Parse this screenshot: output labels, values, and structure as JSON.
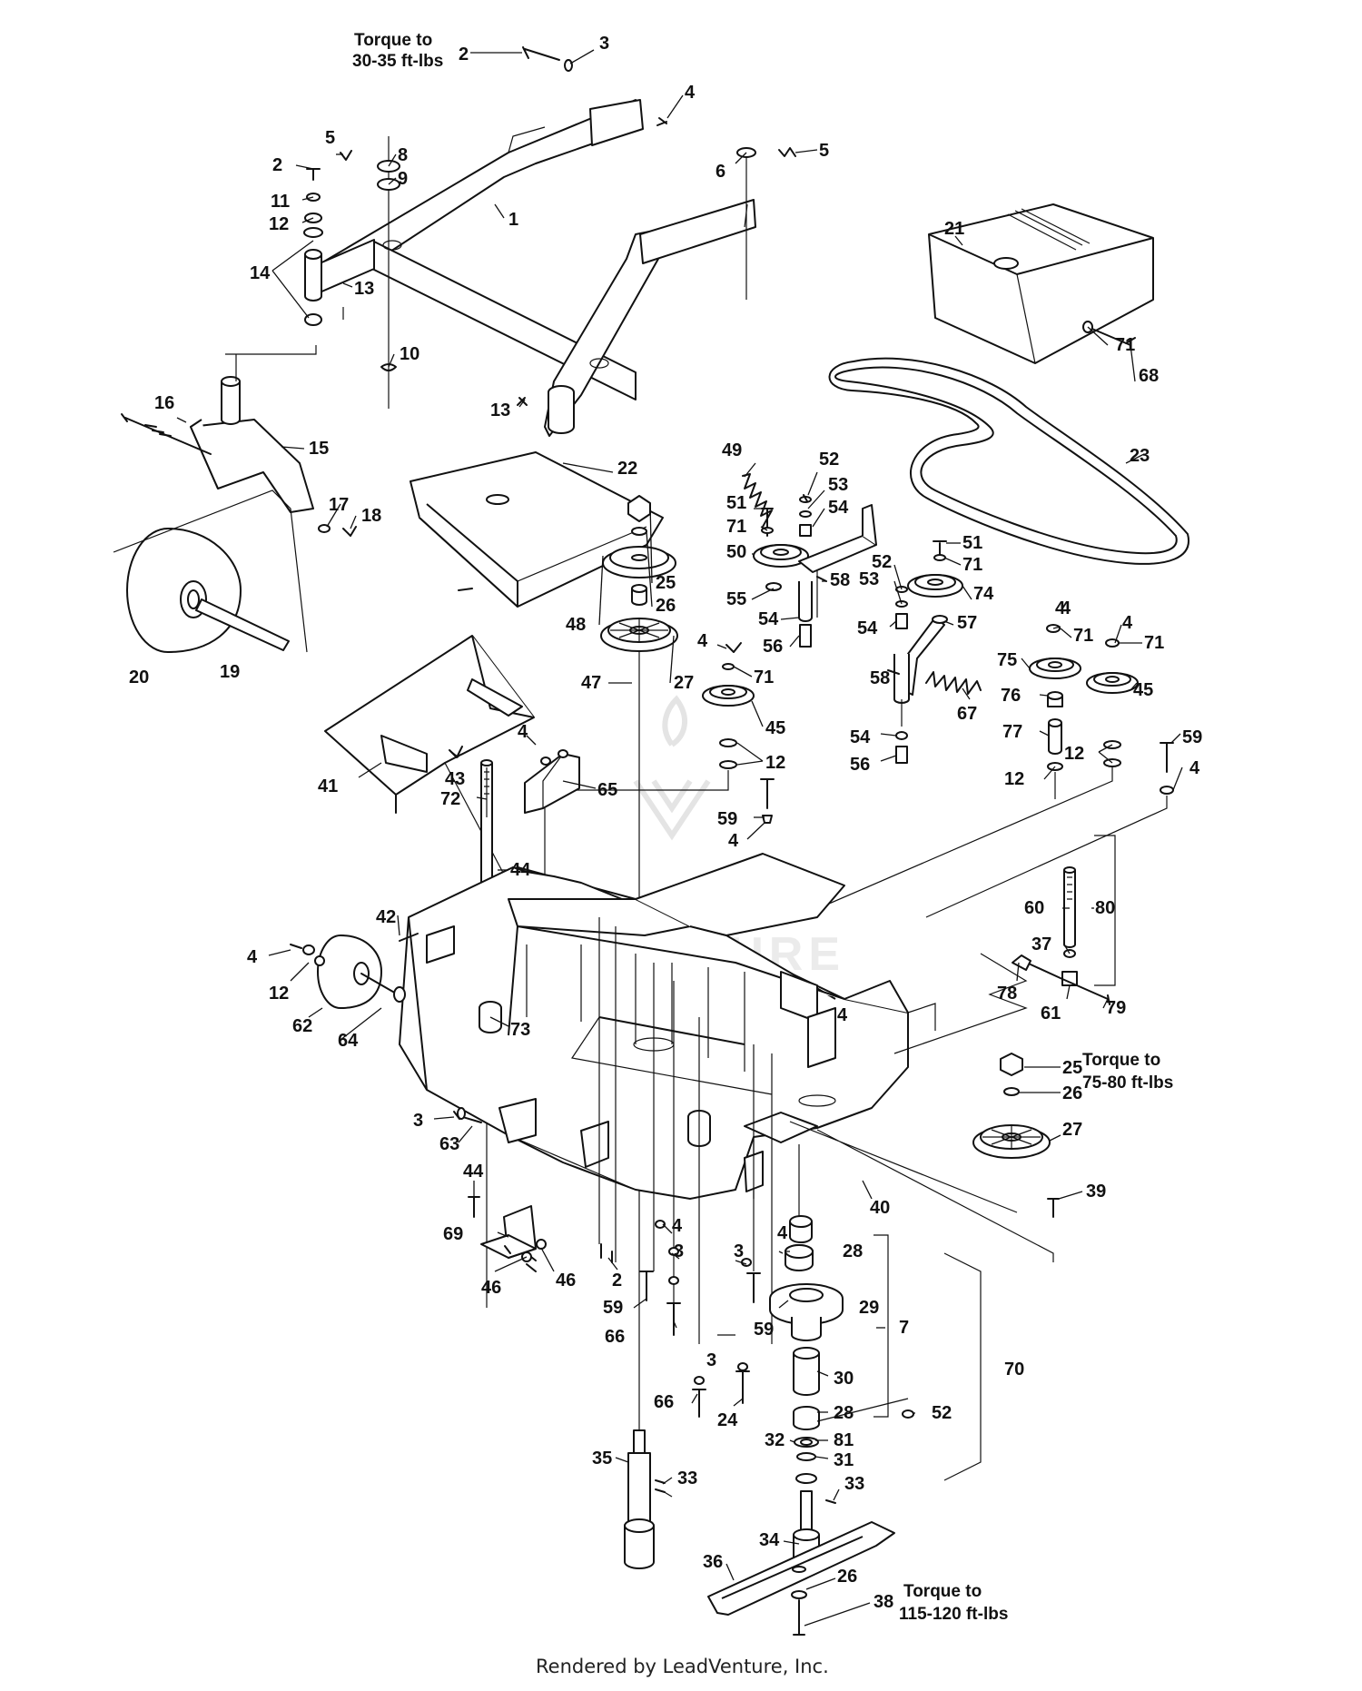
{
  "notes": {
    "torque_top": [
      "Torque to",
      "30-35 ft-lbs"
    ],
    "torque_right": [
      "Torque to",
      "75-80 ft-lbs"
    ],
    "torque_bottom": [
      "Torque to",
      "115-120 ft-lbs"
    ]
  },
  "watermark": "LEADVENTURE",
  "footer": "Rendered by LeadVenture, Inc.",
  "callouts": [
    {
      "id": "c-2-top",
      "label": "2"
    },
    {
      "id": "c-3-top",
      "label": "3"
    },
    {
      "id": "c-4-a",
      "label": "4"
    },
    {
      "id": "c-5-a",
      "label": "5"
    },
    {
      "id": "c-8",
      "label": "8"
    },
    {
      "id": "c-2-b",
      "label": "2"
    },
    {
      "id": "c-9",
      "label": "9"
    },
    {
      "id": "c-11",
      "label": "11"
    },
    {
      "id": "c-12-a",
      "label": "12"
    },
    {
      "id": "c-1",
      "label": "1"
    },
    {
      "id": "c-6",
      "label": "6"
    },
    {
      "id": "c-5-b",
      "label": "5"
    },
    {
      "id": "c-14",
      "label": "14"
    },
    {
      "id": "c-13-a",
      "label": "13"
    },
    {
      "id": "c-10",
      "label": "10"
    },
    {
      "id": "c-13-b",
      "label": "13"
    },
    {
      "id": "c-21",
      "label": "21"
    },
    {
      "id": "c-71-a",
      "label": "71"
    },
    {
      "id": "c-68",
      "label": "68"
    },
    {
      "id": "c-16",
      "label": "16"
    },
    {
      "id": "c-15",
      "label": "15"
    },
    {
      "id": "c-17",
      "label": "17"
    },
    {
      "id": "c-18",
      "label": "18"
    },
    {
      "id": "c-22",
      "label": "22"
    },
    {
      "id": "c-49",
      "label": "49"
    },
    {
      "id": "c-52-a",
      "label": "52"
    },
    {
      "id": "c-53-a",
      "label": "53"
    },
    {
      "id": "c-54-a",
      "label": "54"
    },
    {
      "id": "c-23",
      "label": "23"
    },
    {
      "id": "c-51-a",
      "label": "51"
    },
    {
      "id": "c-71-b",
      "label": "71"
    },
    {
      "id": "c-50",
      "label": "50"
    },
    {
      "id": "c-58-a",
      "label": "58"
    },
    {
      "id": "c-55",
      "label": "55"
    },
    {
      "id": "c-54-b",
      "label": "54"
    },
    {
      "id": "c-56-a",
      "label": "56"
    },
    {
      "id": "c-51-b",
      "label": "51"
    },
    {
      "id": "c-71-c",
      "label": "71"
    },
    {
      "id": "c-52-b",
      "label": "52"
    },
    {
      "id": "c-74",
      "label": "74"
    },
    {
      "id": "c-53-b",
      "label": "53"
    },
    {
      "id": "c-57",
      "label": "57"
    },
    {
      "id": "c-54-c",
      "label": "54"
    },
    {
      "id": "c-4-b",
      "label": "4"
    },
    {
      "id": "c-25-a",
      "label": "25"
    },
    {
      "id": "c-26-a",
      "label": "26"
    },
    {
      "id": "c-48",
      "label": "48"
    },
    {
      "id": "c-47",
      "label": "47"
    },
    {
      "id": "c-27-a",
      "label": "27"
    },
    {
      "id": "c-4-c",
      "label": "4"
    },
    {
      "id": "c-71-d",
      "label": "71"
    },
    {
      "id": "c-45-a",
      "label": "45"
    },
    {
      "id": "c-12-b",
      "label": "12"
    },
    {
      "id": "c-20",
      "label": "20"
    },
    {
      "id": "c-19",
      "label": "19"
    },
    {
      "id": "c-4-d",
      "label": "4"
    },
    {
      "id": "c-71-e",
      "label": "71"
    },
    {
      "id": "c-4-e",
      "label": "4"
    },
    {
      "id": "c-71-f",
      "label": "71"
    },
    {
      "id": "c-75",
      "label": "75"
    },
    {
      "id": "c-45-b",
      "label": "45"
    },
    {
      "id": "c-58-b",
      "label": "58"
    },
    {
      "id": "c-76",
      "label": "76"
    },
    {
      "id": "c-67",
      "label": "67"
    },
    {
      "id": "c-77",
      "label": "77"
    },
    {
      "id": "c-54-d",
      "label": "54"
    },
    {
      "id": "c-56-b",
      "label": "56"
    },
    {
      "id": "c-12-c",
      "label": "12"
    },
    {
      "id": "c-12-d",
      "label": "12"
    },
    {
      "id": "c-59-a",
      "label": "59"
    },
    {
      "id": "c-4-f",
      "label": "4"
    },
    {
      "id": "c-41",
      "label": "41"
    },
    {
      "id": "c-43",
      "label": "43"
    },
    {
      "id": "c-4-g",
      "label": "4"
    },
    {
      "id": "c-72",
      "label": "72"
    },
    {
      "id": "c-65",
      "label": "65"
    },
    {
      "id": "c-59-b",
      "label": "59"
    },
    {
      "id": "c-4-h",
      "label": "4"
    },
    {
      "id": "c-44-a",
      "label": "44"
    },
    {
      "id": "c-60",
      "label": "60"
    },
    {
      "id": "c-80",
      "label": "80"
    },
    {
      "id": "c-42",
      "label": "42"
    },
    {
      "id": "c-37",
      "label": "37"
    },
    {
      "id": "c-4-i",
      "label": "4"
    },
    {
      "id": "c-12-e",
      "label": "12"
    },
    {
      "id": "c-78",
      "label": "78"
    },
    {
      "id": "c-61",
      "label": "61"
    },
    {
      "id": "c-79",
      "label": "79"
    },
    {
      "id": "c-73",
      "label": "73"
    },
    {
      "id": "c-62",
      "label": "62"
    },
    {
      "id": "c-64",
      "label": "64"
    },
    {
      "id": "c-4-j",
      "label": "4"
    },
    {
      "id": "c-25-b",
      "label": "25"
    },
    {
      "id": "c-26-b",
      "label": "26"
    },
    {
      "id": "c-3-b",
      "label": "3"
    },
    {
      "id": "c-63",
      "label": "63"
    },
    {
      "id": "c-27-b",
      "label": "27"
    },
    {
      "id": "c-39",
      "label": "39"
    },
    {
      "id": "c-40",
      "label": "40"
    },
    {
      "id": "c-44-b",
      "label": "44"
    },
    {
      "id": "c-69",
      "label": "69"
    },
    {
      "id": "c-4-k",
      "label": "4"
    },
    {
      "id": "c-46-a",
      "label": "46"
    },
    {
      "id": "c-46-b",
      "label": "46"
    },
    {
      "id": "c-2-c",
      "label": "2"
    },
    {
      "id": "c-3-c",
      "label": "3"
    },
    {
      "id": "c-3-d",
      "label": "3"
    },
    {
      "id": "c-4-l",
      "label": "4"
    },
    {
      "id": "c-28-a",
      "label": "28"
    },
    {
      "id": "c-59-c",
      "label": "59"
    },
    {
      "id": "c-59-d",
      "label": "59"
    },
    {
      "id": "c-29",
      "label": "29"
    },
    {
      "id": "c-66-a",
      "label": "66"
    },
    {
      "id": "c-7",
      "label": "7"
    },
    {
      "id": "c-3-e",
      "label": "3"
    },
    {
      "id": "c-70",
      "label": "70"
    },
    {
      "id": "c-30",
      "label": "30"
    },
    {
      "id": "c-66-b",
      "label": "66"
    },
    {
      "id": "c-24",
      "label": "24"
    },
    {
      "id": "c-28-b",
      "label": "28"
    },
    {
      "id": "c-52-c",
      "label": "52"
    },
    {
      "id": "c-32",
      "label": "32"
    },
    {
      "id": "c-81",
      "label": "81"
    },
    {
      "id": "c-35",
      "label": "35"
    },
    {
      "id": "c-31",
      "label": "31"
    },
    {
      "id": "c-33-a",
      "label": "33"
    },
    {
      "id": "c-33-b",
      "label": "33"
    },
    {
      "id": "c-34",
      "label": "34"
    },
    {
      "id": "c-36",
      "label": "36"
    },
    {
      "id": "c-26-c",
      "label": "26"
    },
    {
      "id": "c-38",
      "label": "38"
    }
  ]
}
